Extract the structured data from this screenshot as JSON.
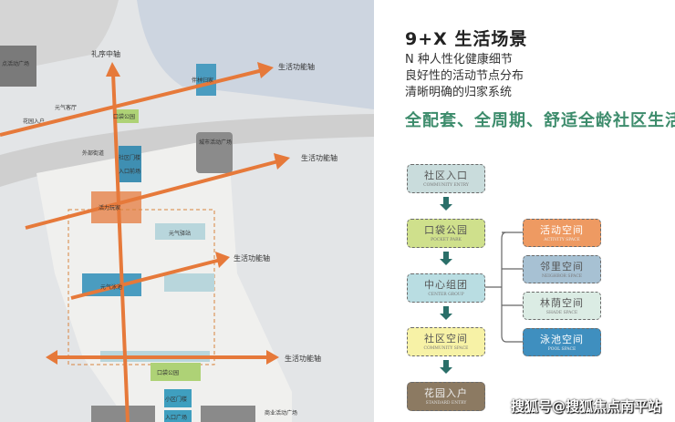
{
  "map": {
    "axis_main": "礼序中轴",
    "axis_life": [
      "生活功能轴",
      "生活功能轴",
      "生活功能轴",
      "生活功能轴"
    ],
    "zones": {
      "city_plaza_left": "点活动广场",
      "city_plaza": "城市活动广场",
      "commercial_plaza": "商业活动广场",
      "garden_entry": "花园入户",
      "yuanqi_lounge": "元气客厅",
      "forest_home": "伴林归家",
      "pocket_park": "口袋公园",
      "community_gate": "社区门楼",
      "entry_court": "入口前场",
      "external_street": "外部街道",
      "vitality_player": "活力玩家",
      "yuanqi_station": "元气驿站",
      "yuanqi_pool": "元气泳池",
      "small_gate": "小区门楼",
      "entry_plaza": "入口广场"
    }
  },
  "panel": {
    "title": "9+X 生活场景",
    "lines": [
      "N 种人性化健康细节",
      "良好性的活动节点分布",
      "清晰明确的归家系统"
    ],
    "slogan": "全配套、全周期、舒适全龄社区生活",
    "flow_main": [
      {
        "cn": "社区入口",
        "en": "COMMUNITY ENTRY",
        "color": "#c9dcdc"
      },
      {
        "cn": "口袋公园",
        "en": "POCKET PARK",
        "color": "#cfe08c"
      },
      {
        "cn": "中心组团",
        "en": "CENTER GROUP",
        "color": "#b9dde2"
      },
      {
        "cn": "社区空间",
        "en": "COMMUNITY SPACE",
        "color": "#f7f2a6"
      },
      {
        "cn": "花园入户",
        "en": "STANDARD ENTRY",
        "color": "#8c7a62"
      }
    ],
    "flow_branches": [
      {
        "cn": "活动空间",
        "en": "ACTIVITY SPACE",
        "color": "#ee9a62"
      },
      {
        "cn": "邻里空间",
        "en": "NEIGHBOR SPACE",
        "color": "#a7c1d3"
      },
      {
        "cn": "林荫空间",
        "en": "SHADE SPACE",
        "color": "#dbece4"
      },
      {
        "cn": "泳池空间",
        "en": "POOL SPACE",
        "color": "#3f8fbf"
      }
    ]
  },
  "watermark": "搜狐号@搜狐焦点南平站"
}
